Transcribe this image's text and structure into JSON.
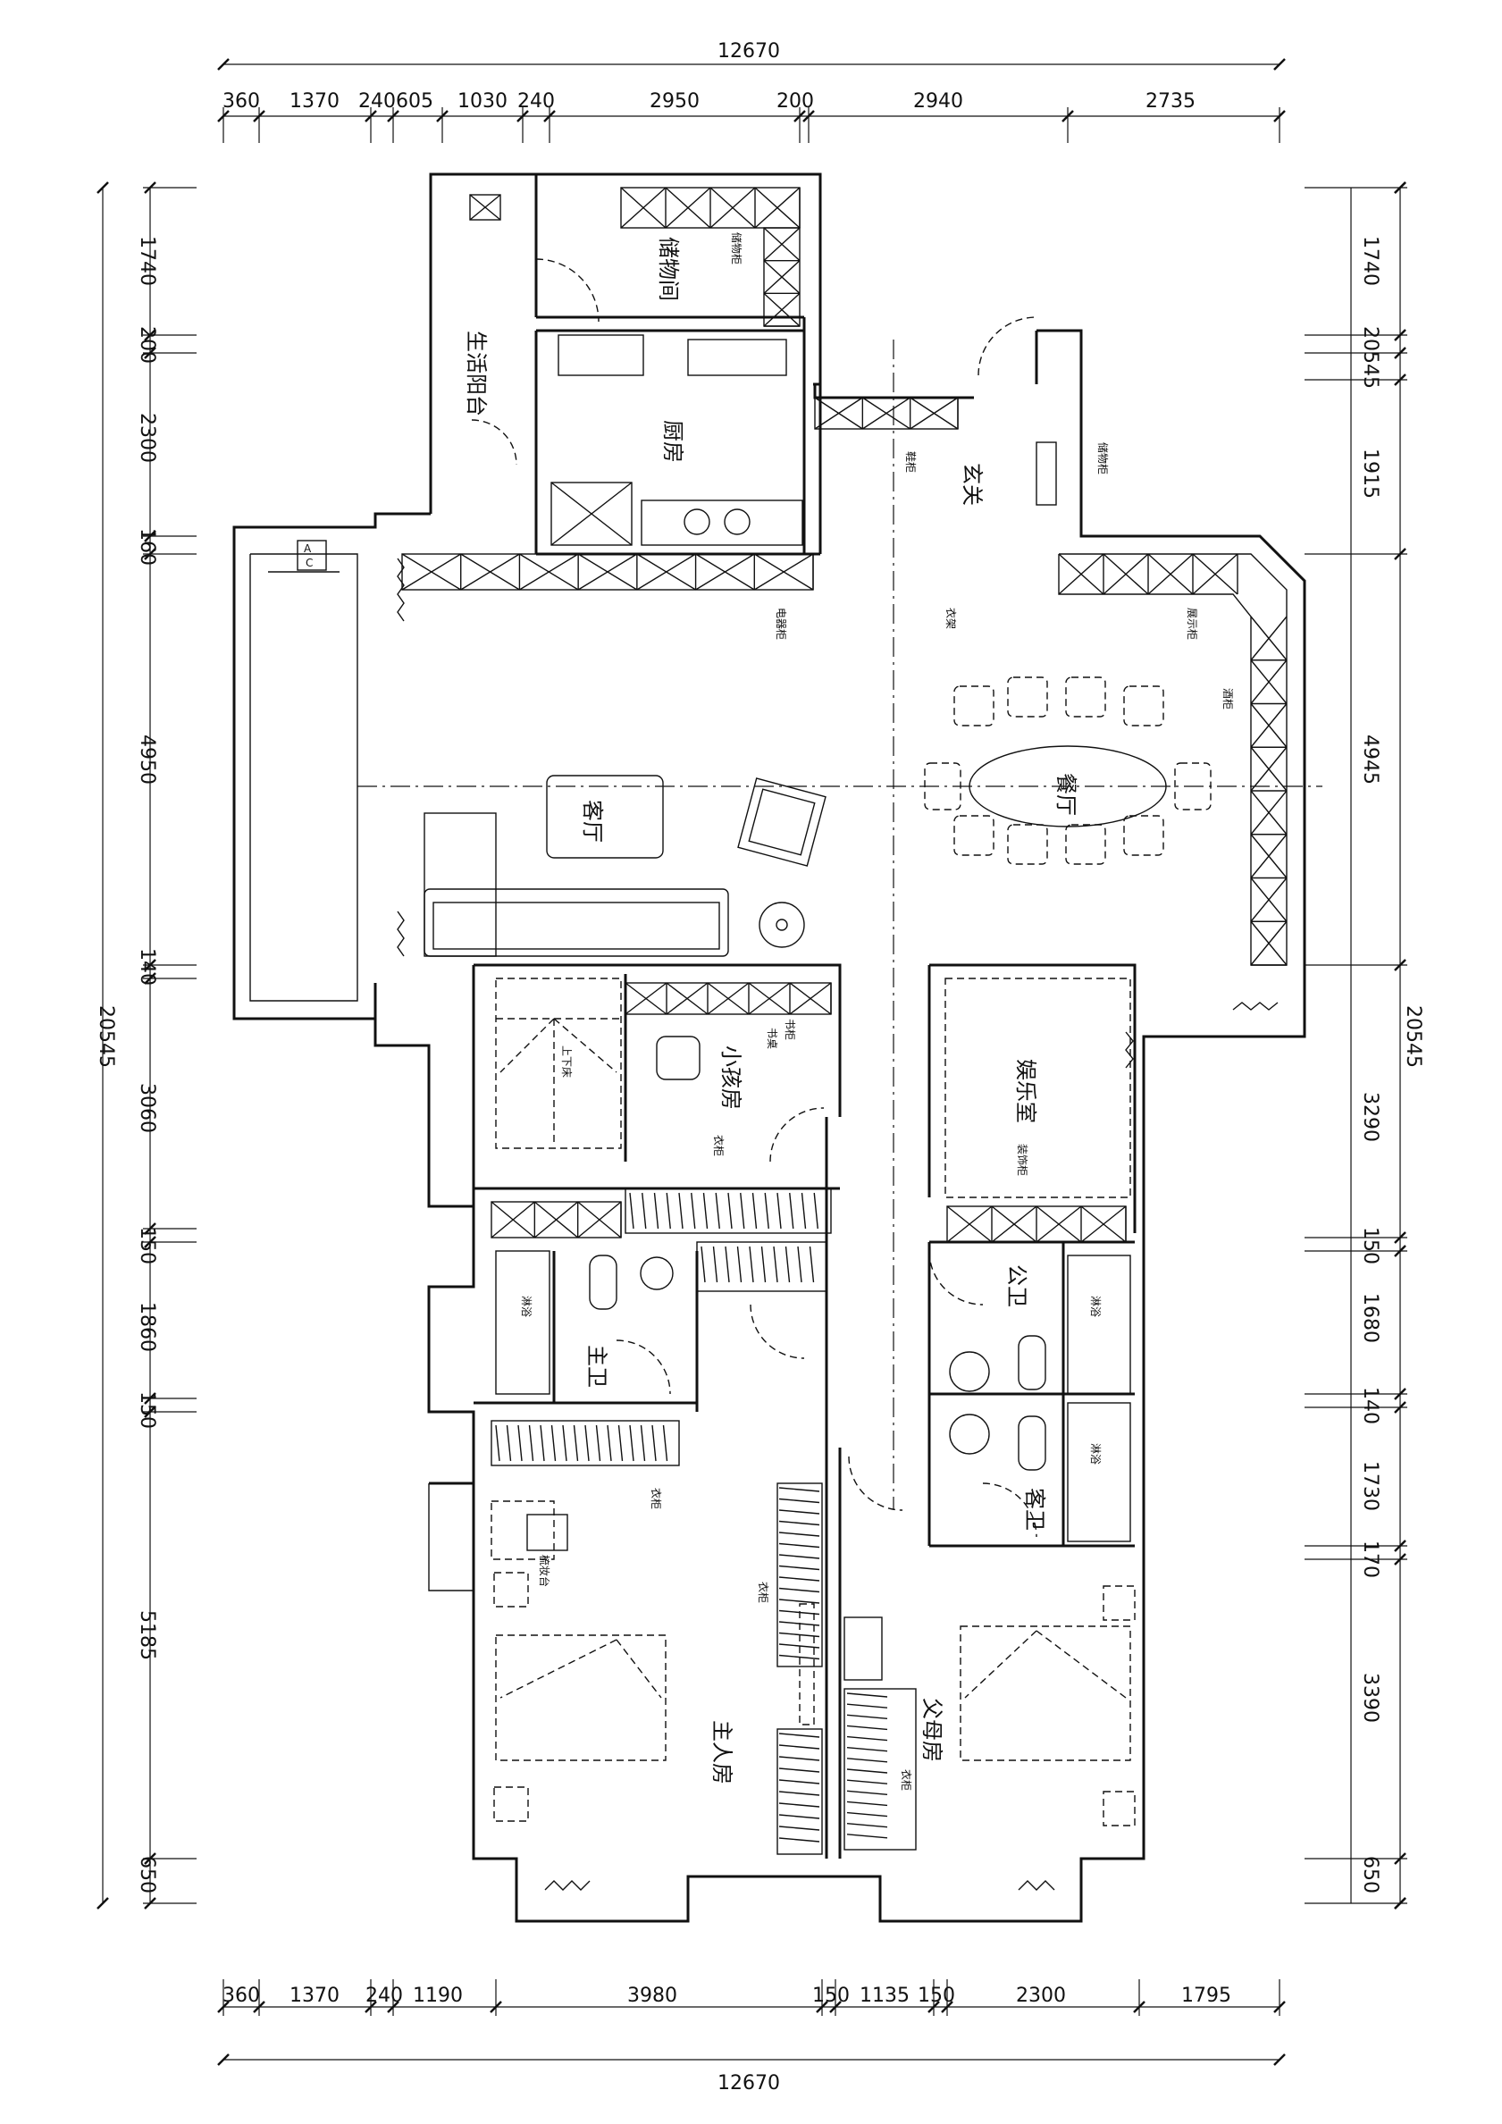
{
  "dimensions": {
    "top_total": "12670",
    "top_segments": [
      "360",
      "1370",
      "240605",
      "1030",
      "240",
      "2950",
      "200",
      "2940",
      "2735"
    ],
    "bottom_total": "12670",
    "bottom_segments": [
      "360",
      "1370",
      "240",
      "1190",
      "3980",
      "150",
      "1135",
      "150",
      "2300",
      "1795"
    ],
    "left_total": "20545",
    "left_segments": [
      "1740",
      "200",
      "2300",
      "160",
      "4950",
      "140",
      "3060",
      "150",
      "1860",
      "150",
      "5185",
      "650"
    ],
    "right_total": "20545",
    "right_segments": [
      "1740",
      "20545",
      "1915",
      "4945",
      "3290",
      "150",
      "1680",
      "140",
      "1730",
      "170",
      "3390",
      "650"
    ]
  },
  "rooms": {
    "storage": "储物间",
    "balcony": "生活阳台",
    "kitchen": "厨房",
    "foyer": "玄关",
    "living": "客厅",
    "dining": "餐厅",
    "kids_room": "小孩房",
    "entertainment": "娱乐室",
    "public_bath": "公卫",
    "master_bath": "主卫",
    "guest_bath": "客卫",
    "master_bedroom": "主人房",
    "parents_room": "父母房"
  },
  "annotations": {
    "shower_1": "淋浴",
    "shower_2": "淋浴",
    "shower_3": "淋浴",
    "wardrobe_1": "衣柜",
    "wardrobe_2": "衣柜",
    "wardrobe_3": "衣柜",
    "wardrobe_4": "衣柜",
    "desk_1": "书桌",
    "desk_2": "梳妆台",
    "cabinet_1": "储物柜",
    "cabinet_2": "鞋柜",
    "cabinet_3": "酒柜",
    "cabinet_4": "储物柜",
    "cabinet_5": "展示柜",
    "cabinet_6": "装饰柜",
    "cabinet_7": "电器柜",
    "cabinet_8": "衣架",
    "bed_1": "上下床",
    "cabinet_9": "书柜"
  },
  "equipment": {
    "A": "A",
    "C": "C"
  }
}
